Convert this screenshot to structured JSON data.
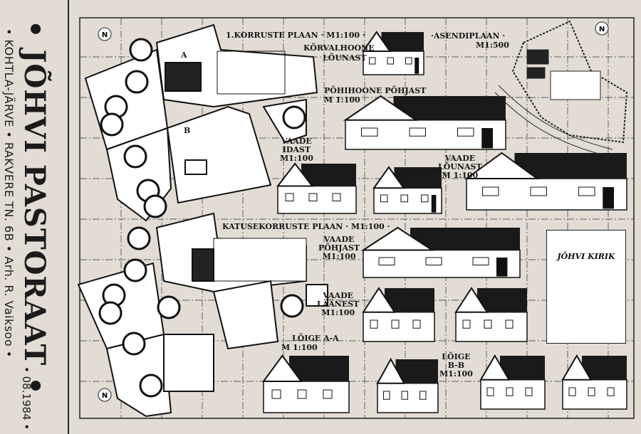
{
  "title_block": {
    "title": "• JÕHVI PASTORAAT •",
    "subtitle": "• KOHTLA-JÄRVE • RAKVERE TN. 6B • Arh. R. Vaiksoo •",
    "date": "• 08.1984 •"
  },
  "labels": {
    "first_floor": "1.KORRUSTE PLAAN · M1:100 ·",
    "outbuilding_south_1": "KÕRVALHOONE",
    "outbuilding_south_2": "LÕUNAST",
    "main_north_1": "PÕHIHOONE PÕHJAST",
    "main_north_2": "M 1:100",
    "site_plan_1": "·ASENDIPLAAN ·",
    "site_plan_2": "M1:500",
    "east_1": "VAADE",
    "east_2": "IDAST",
    "east_3": "M1:100",
    "south_1": "VAADE",
    "south_2": "LÕUNAST",
    "south_3": "M 1:100",
    "attic_plan": "KATUSEKORRUSTE PLAAN · M1:100 ·",
    "north_1": "VAADE",
    "north_2": "PÕHJAST",
    "north_3": "M1:100",
    "west_1": "VAADE",
    "west_2": "LÄÄNEST",
    "west_3": "M1:100",
    "section_aa_1": "LÕIGE A-A",
    "section_aa_2": "M 1:100",
    "section_bb_1": "LÕIGE",
    "section_bb_2": "B-B",
    "section_bb_3": "M1:100",
    "north_arrow": "N",
    "church": "JÕHVI KIRIK",
    "cut_a": "A",
    "cut_b": "B"
  },
  "colors": {
    "paper": "#e2dcd4",
    "ink": "#1a1a1a",
    "white": "#ffffff"
  }
}
